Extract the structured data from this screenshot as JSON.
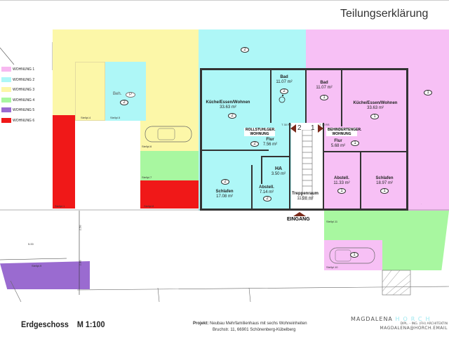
{
  "header": {
    "title": "Teilungserklärung"
  },
  "legend": [
    {
      "label": "WOHNUNG 1",
      "color": "#f7b8f0"
    },
    {
      "label": "WOHNUNG 2",
      "color": "#aef7f7"
    },
    {
      "label": "WOHNUNG 3",
      "color": "#fcf7a8"
    },
    {
      "label": "WOHNUNG 4",
      "color": "#a8f7a0"
    },
    {
      "label": "WOHNUNG 5",
      "color": "#9a6bd0"
    },
    {
      "label": "WOHNUNG 6",
      "color": "#f01818"
    }
  ],
  "wohnung2": {
    "kueche": {
      "name": "Küche/Essen/Wohnen",
      "area": "33.63 m²",
      "unit": "2"
    },
    "bad": {
      "name": "Bad",
      "area": "11.07 m²",
      "unit": "2"
    },
    "flur": {
      "name": "Flur",
      "area": "7.56 m²",
      "unit": "2"
    },
    "schlafen": {
      "name": "Schlafen",
      "area": "17.08 m²",
      "unit": "2"
    },
    "abstell": {
      "name": "Abstell.",
      "area": "7.14 m²",
      "unit": "2"
    },
    "garden_unit": "2",
    "note": "ROLLSTUHLGER. WOHNUNG"
  },
  "wohnung1": {
    "kueche": {
      "name": "Küche/Essen/Wohnen",
      "area": "33.63 m²",
      "unit": "1"
    },
    "bad": {
      "name": "Bad",
      "area": "11.07 m²",
      "unit": "1"
    },
    "flur": {
      "name": "Flur",
      "area": "5.68 m²",
      "unit": "1"
    },
    "schlafen": {
      "name": "Schlafen",
      "area": "18.97 m²",
      "unit": "1"
    },
    "abstell": {
      "name": "Abstell.",
      "area": "11.33 m²",
      "unit": "1"
    },
    "garden_unit": "1",
    "parking_unit": "1",
    "note": "BEHINDERTENGER. WOHNUNG"
  },
  "common": {
    "ha": {
      "name": "HA",
      "area": "3.50 m²"
    },
    "treppenraum": {
      "name": "Treppenraum",
      "area": "11.98 m²"
    },
    "door_left": "2",
    "door_right": "1",
    "door_tag": "T 30 RS",
    "entrance": "EINGANG"
  },
  "parking": {
    "stellpl1": "Stellpl.1",
    "stellpl4": "Stellpl.4",
    "stellpl5": "Stellpl.5",
    "stellpl6": "Stellpl.6",
    "stellpl7": "Stellpl.7",
    "stellpl8": "Stellpl.8",
    "stellpl9": "Stellpl.9",
    "stellpl10": "Stellpl.10",
    "stellpl11": "Stellpl.11",
    "beh": "Beh.",
    "p": "P",
    "beh_unit": "2"
  },
  "dimensions": {
    "d1": "5.00",
    "d2": "2.50",
    "d3": "2.00"
  },
  "footer": {
    "floor": "Erdgeschoss",
    "scale": "M 1:100",
    "projekt_label": "Projekt:",
    "projekt_line1": "Neubau Mehrfamilienhaus mit sechs Wohneinheiten",
    "projekt_line2": "Bruchstr. 11, 66901 Schönenberg-Kübelberg",
    "logo_name": "MAGDALENA",
    "logo_name2": "HORCH",
    "logo_sub": "DIPL. - ING. (FH) ARCHITEKTIN",
    "logo_email": "MAGDALENA@HORCH.EMAIL"
  }
}
